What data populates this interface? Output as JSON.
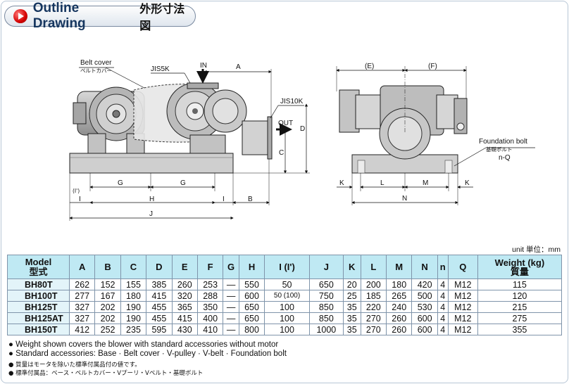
{
  "title": {
    "en": "Outline Drawing",
    "ja": "外形寸法図"
  },
  "drawing": {
    "belt_cover_en": "Belt cover",
    "belt_cover_ja": "ベルトカバー",
    "jis5k": "JIS5K",
    "jis10k": "JIS10K",
    "inlet": "IN",
    "outlet": "OUT",
    "foundation_bolt_en": "Foundation bolt",
    "foundation_bolt_ja": "基礎ボルト",
    "foundation_bolt_count": "n-Q",
    "dim_a": "A",
    "dim_b": "B",
    "dim_c": "C",
    "dim_d": "D",
    "dim_e": "(E)",
    "dim_f": "(F)",
    "dim_g": "G",
    "dim_h": "H",
    "dim_i": "I",
    "dim_i_alt": "(I')",
    "dim_j": "J",
    "dim_k": "K",
    "dim_l": "L",
    "dim_m": "M",
    "dim_n": "N"
  },
  "unit_label": "unit 単位：mm",
  "table": {
    "model_header_en": "Model",
    "model_header_ja": "型式",
    "columns": [
      "A",
      "B",
      "C",
      "D",
      "E",
      "F",
      "G",
      "H",
      "I (I')",
      "J",
      "K",
      "L",
      "M",
      "N",
      "n",
      "Q"
    ],
    "weight_header_en": "Weight (kg)",
    "weight_header_ja": "質量",
    "rows": [
      {
        "model": "BH80T",
        "cells": [
          "262",
          "152",
          "155",
          "385",
          "260",
          "253",
          "—",
          "550",
          "50",
          "650",
          "20",
          "200",
          "180",
          "420",
          "4",
          "M12"
        ],
        "weight": "115"
      },
      {
        "model": "BH100T",
        "cells": [
          "277",
          "167",
          "180",
          "415",
          "320",
          "288",
          "—",
          "600",
          "50 (100)",
          "750",
          "25",
          "185",
          "265",
          "500",
          "4",
          "M12"
        ],
        "weight": "120"
      },
      {
        "model": "BH125T",
        "cells": [
          "327",
          "202",
          "190",
          "455",
          "365",
          "350",
          "—",
          "650",
          "100",
          "850",
          "35",
          "220",
          "240",
          "530",
          "4",
          "M12"
        ],
        "weight": "215"
      },
      {
        "model": "BH125AT",
        "cells": [
          "327",
          "202",
          "190",
          "455",
          "415",
          "400",
          "—",
          "650",
          "100",
          "850",
          "35",
          "270",
          "260",
          "600",
          "4",
          "M12"
        ],
        "weight": "275"
      },
      {
        "model": "BH150T",
        "cells": [
          "412",
          "252",
          "235",
          "595",
          "430",
          "410",
          "—",
          "800",
          "100",
          "1000",
          "35",
          "270",
          "260",
          "600",
          "4",
          "M12"
        ],
        "weight": "355"
      }
    ]
  },
  "notes": {
    "en1": "Weight shown covers the blower with standard accessories without motor",
    "en2": "Standard accessories: Base · Belt cover · V-pulley · V-belt · Foundation bolt",
    "ja1": "質量はモータを除いた標準付属品付の値です。",
    "ja2": "標準付属品：ベース・ベルトカバー・Vプーリ・Vベルト・基礎ボルト"
  }
}
